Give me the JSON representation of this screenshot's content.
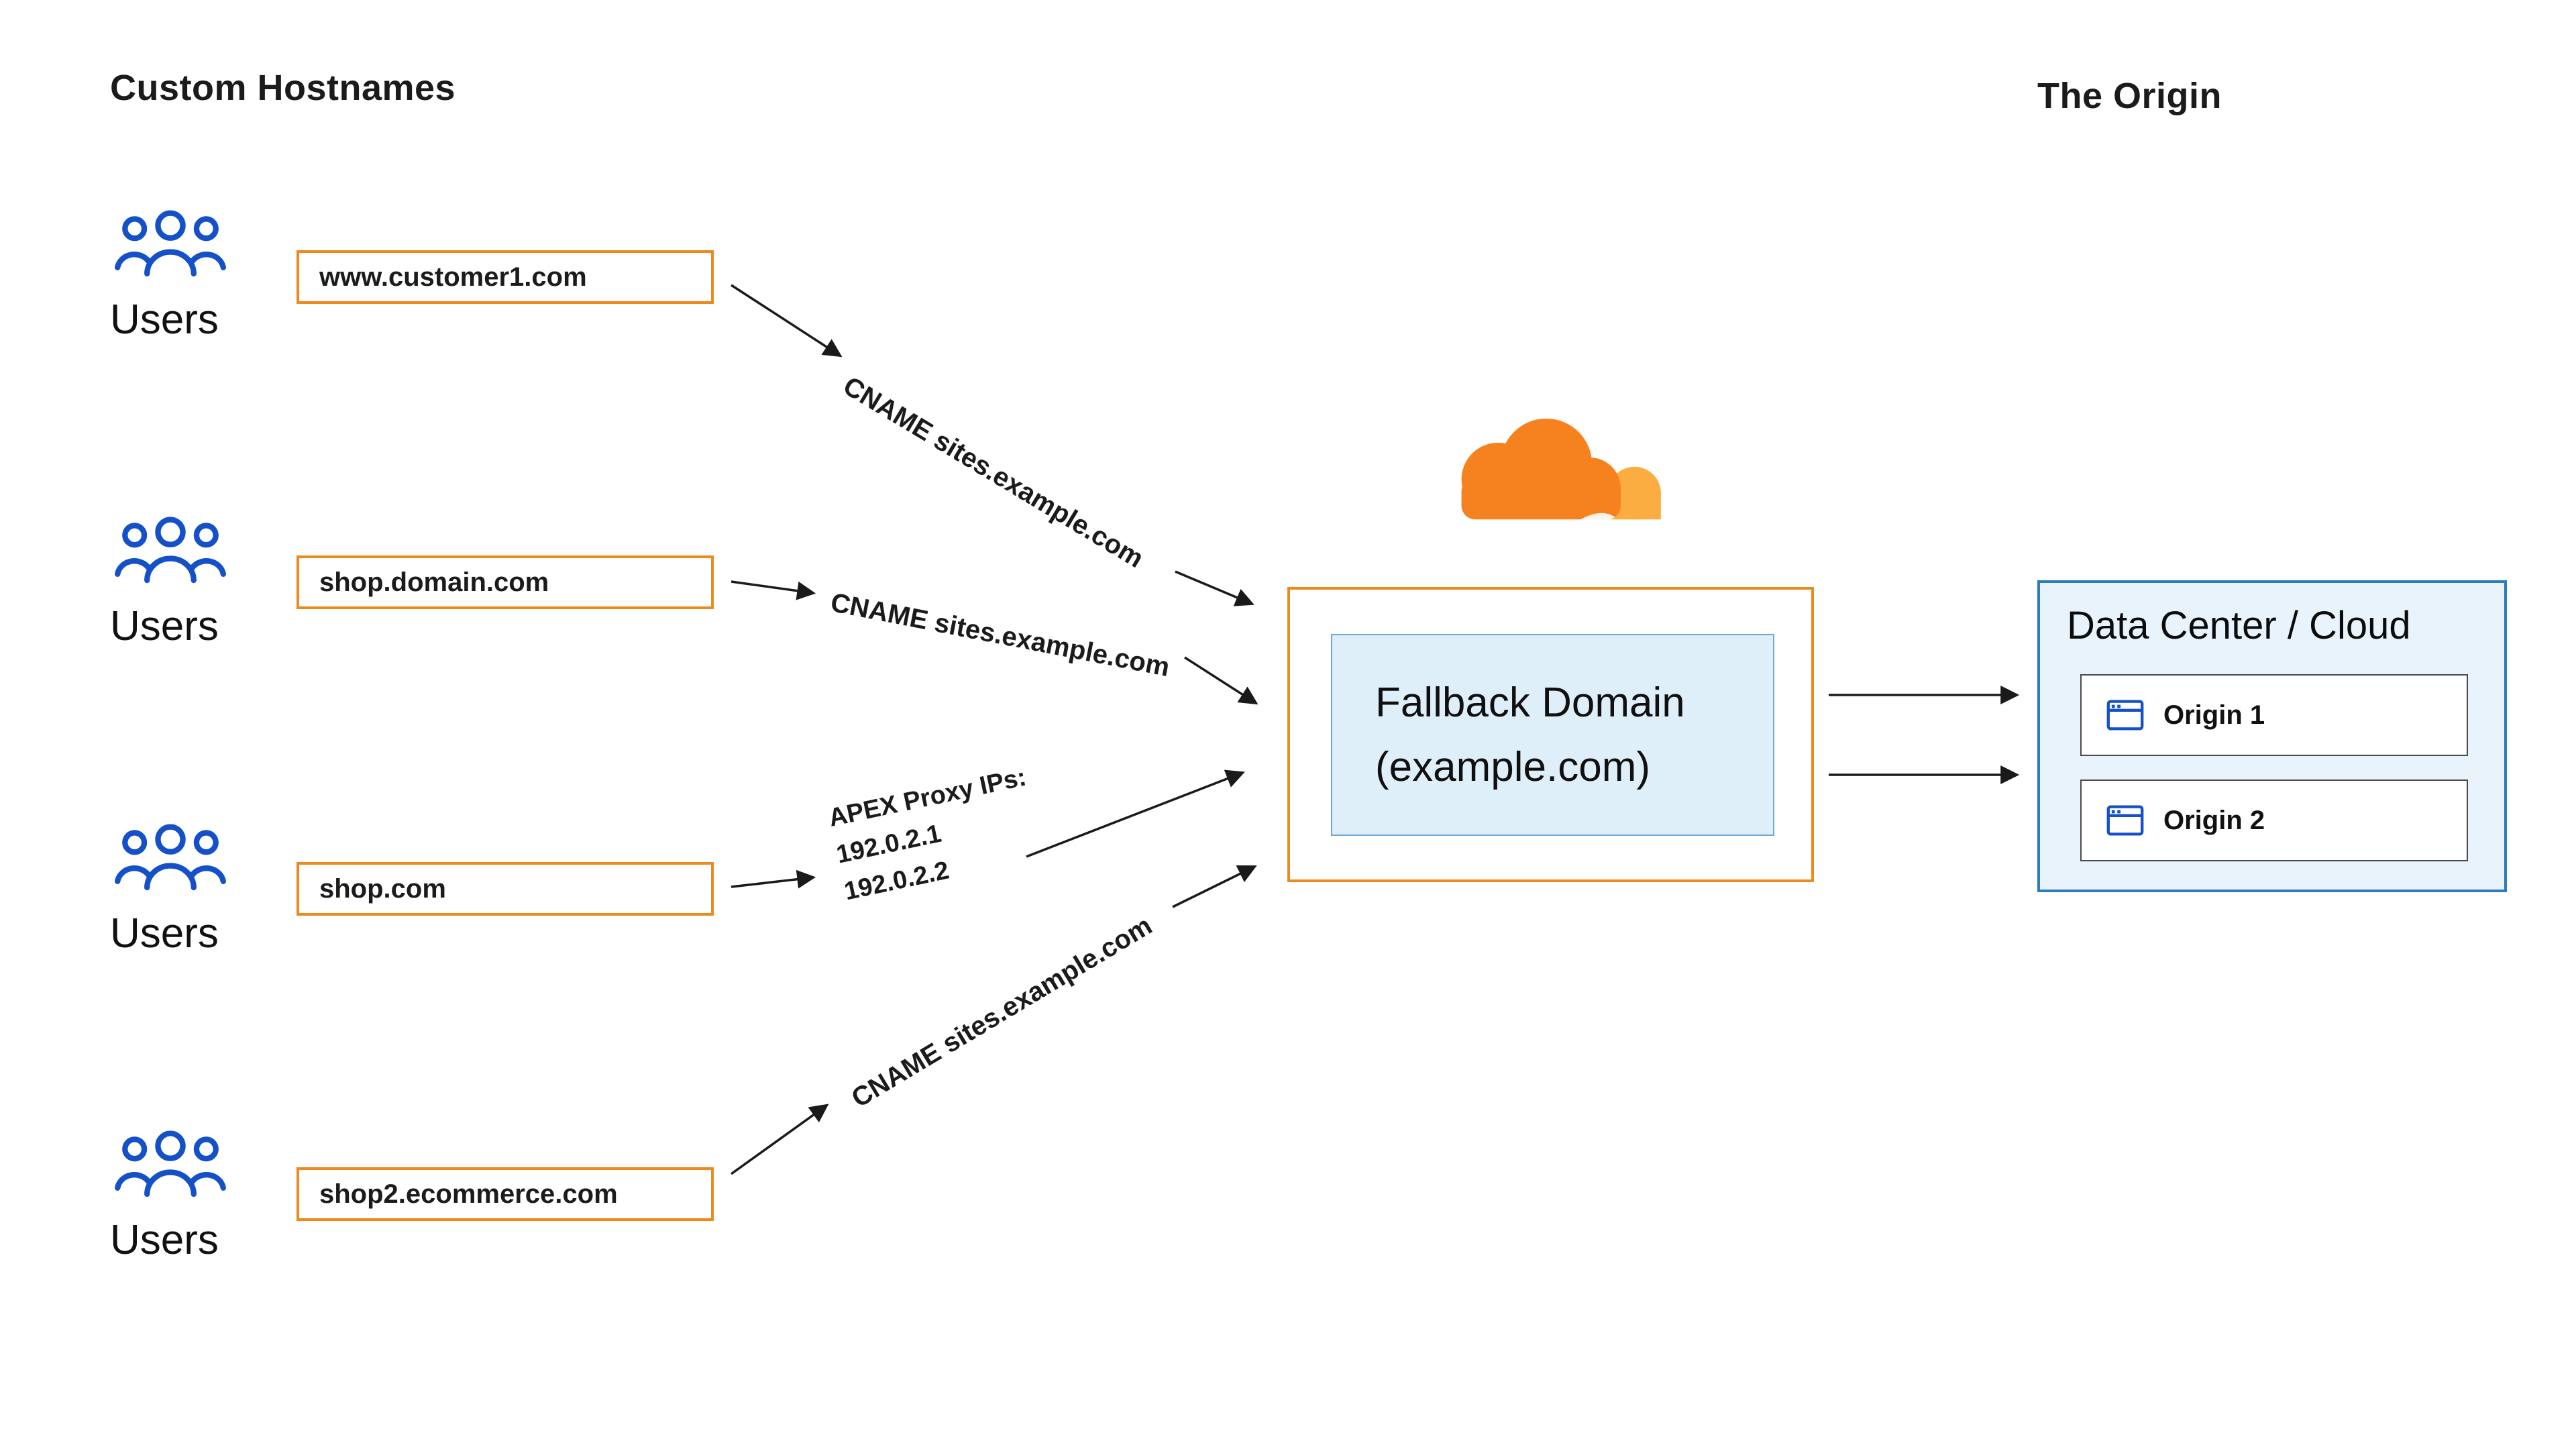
{
  "titles": {
    "custom_hostnames": "Custom Hostnames",
    "the_origin": "The Origin"
  },
  "users_label": "Users",
  "hostnames": [
    "www.customer1.com",
    "shop.domain.com",
    "shop.com",
    "shop2.ecommerce.com"
  ],
  "edges": {
    "cname_top": "CNAME sites.example.com",
    "cname_mid": "CNAME sites.example.com",
    "apex_line1": "APEX Proxy IPs:",
    "apex_line2": "192.0.2.1",
    "apex_line3": "192.0.2.2",
    "cname_bottom": "CNAME sites.example.com"
  },
  "fallback": {
    "line1": "Fallback Domain",
    "line2": "(example.com)"
  },
  "origin_panel": {
    "title": "Data Center / Cloud",
    "origins": [
      "Origin 1",
      "Origin 2"
    ]
  },
  "colors": {
    "orange": "#ED8A1F",
    "cloud_orange": "#F6821F",
    "cloud_light_orange": "#FBAD41",
    "icon_blue": "#1450C8",
    "panel_border_blue": "#2F7BBF",
    "panel_fill_blue": "#E9F3FB",
    "fallback_fill_blue": "#DFEFFA",
    "arrow": "#1A1A1A"
  }
}
